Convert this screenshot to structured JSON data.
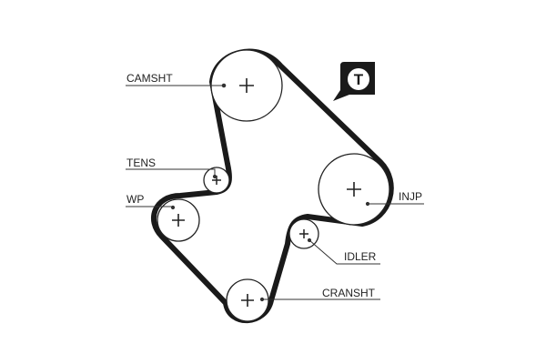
{
  "diagram": {
    "labels": {
      "camsht": "CAMSHT",
      "tens": "TENS",
      "wp": "WP",
      "injp": "INJP",
      "idler": "IDLER",
      "cransht": "CRANSHT"
    },
    "tension_badge": "T"
  },
  "colors": {
    "belt": "#1a1a1a",
    "pulley_outline": "#222222",
    "badge_background": "#1a1a1a",
    "badge_text": "#ffffff"
  }
}
